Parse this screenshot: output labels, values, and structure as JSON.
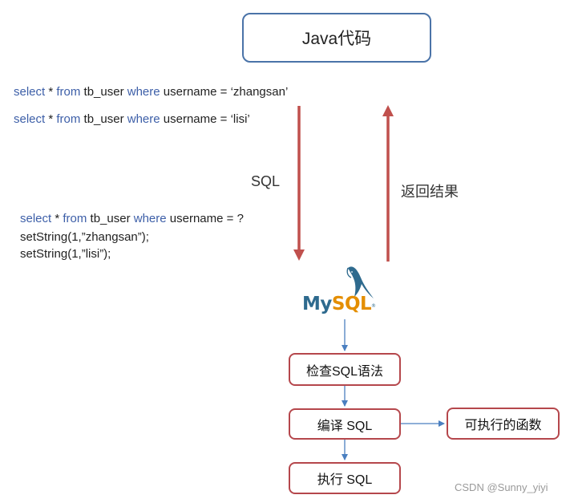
{
  "java_box": {
    "label": "Java代码"
  },
  "sql_top": [
    [
      {
        "t": "select",
        "k": true
      },
      {
        "t": " * ",
        "k": false
      },
      {
        "t": "from",
        "k": true
      },
      {
        "t": " tb_user ",
        "k": false
      },
      {
        "t": "where",
        "k": true
      },
      {
        "t": " username = ‘zhangsan’",
        "k": false
      }
    ],
    [
      {
        "t": "select",
        "k": true
      },
      {
        "t": " * ",
        "k": false
      },
      {
        "t": "from",
        "k": true
      },
      {
        "t": " tb_user ",
        "k": false
      },
      {
        "t": "where",
        "k": true
      },
      {
        "t": " username = ‘lisi’",
        "k": false
      }
    ]
  ],
  "sql_prepared": [
    [
      {
        "t": "select",
        "k": true
      },
      {
        "t": " * ",
        "k": false
      },
      {
        "t": "from",
        "k": true
      },
      {
        "t": " tb_user ",
        "k": false
      },
      {
        "t": "where",
        "k": true
      },
      {
        "t": " username = ?",
        "k": false
      }
    ],
    [
      {
        "t": "setString(1,”zhangsan”);",
        "k": false
      }
    ],
    [
      {
        "t": "setString(1,”lisi”);",
        "k": false
      }
    ]
  ],
  "arrow_labels": {
    "down": "SQL",
    "up": "返回结果"
  },
  "mysql_logo": {
    "my": "My",
    "sql": "SQL",
    "my_color": "#2e6a8e",
    "sql_color": "#e48e00"
  },
  "steps": {
    "check": "检查SQL语法",
    "compile": "编译 SQL",
    "execute": "执行 SQL",
    "function": "可执行的函数"
  },
  "watermark": "CSDN @Sunny_yiyi",
  "colors": {
    "keyword": "#3d5fa8",
    "red_arrow": "#c0504d",
    "blue_arrow": "#4a7fc0",
    "box_border": "#b5474c",
    "java_border": "#4a73a8"
  }
}
